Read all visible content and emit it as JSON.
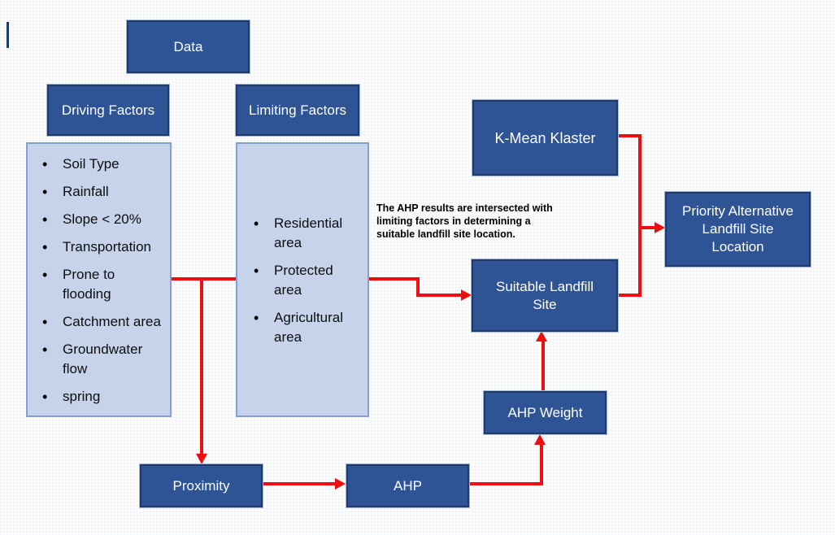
{
  "diagram": {
    "boxes": {
      "data": {
        "label": "Data"
      },
      "driving_header": {
        "label": "Driving Factors"
      },
      "limiting_header": {
        "label": "Limiting Factors"
      },
      "kmean": {
        "label": "K-Mean Klaster"
      },
      "suitable": {
        "label": "Suitable Landfill Site"
      },
      "priority": {
        "label": "Priority Alternative Landfill Site Location"
      },
      "ahp_weight": {
        "label": "AHP Weight"
      },
      "proximity": {
        "label": "Proximity"
      },
      "ahp": {
        "label": "AHP"
      }
    },
    "driving_list": {
      "items": [
        "Soil Type",
        "Rainfall",
        "Slope < 20%",
        "Transportation",
        "Prone to flooding",
        "Catchment area",
        "Groundwater flow",
        "spring"
      ]
    },
    "limiting_list": {
      "items": [
        "Residential area",
        "Protected area",
        "Agricultural area"
      ]
    },
    "annotation": {
      "text": "The AHP results are intersected with limiting factors in determining a suitable landfill site location."
    },
    "colors": {
      "node_fill": "#2E5496",
      "node_border": "#1F3A68",
      "list_fill": "#C6D3EB",
      "list_border": "#84A0D0",
      "arrow": "#EE0E0E",
      "node_text": "#FFFFFF",
      "list_text": "#0D0D0D"
    }
  }
}
